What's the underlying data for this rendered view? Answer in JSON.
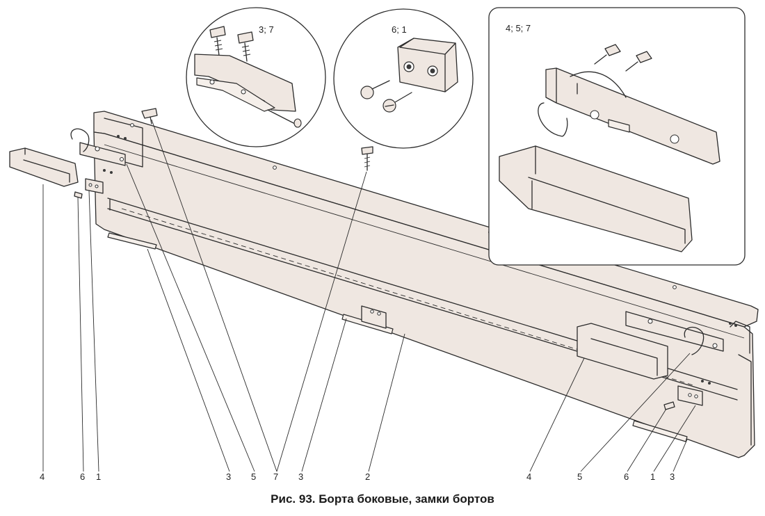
{
  "figure": {
    "caption": "Рис. 93. Борта боковые, замки бортов",
    "detail_views": [
      {
        "id": "detail-a",
        "label": "3; 7"
      },
      {
        "id": "detail-b",
        "label": "6; 1"
      },
      {
        "id": "detail-c",
        "label": "4; 5; 7"
      }
    ],
    "callouts": [
      "4",
      "6",
      "1",
      "3",
      "5",
      "7",
      "3",
      "2",
      "4",
      "5",
      "6",
      "1",
      "3"
    ]
  }
}
